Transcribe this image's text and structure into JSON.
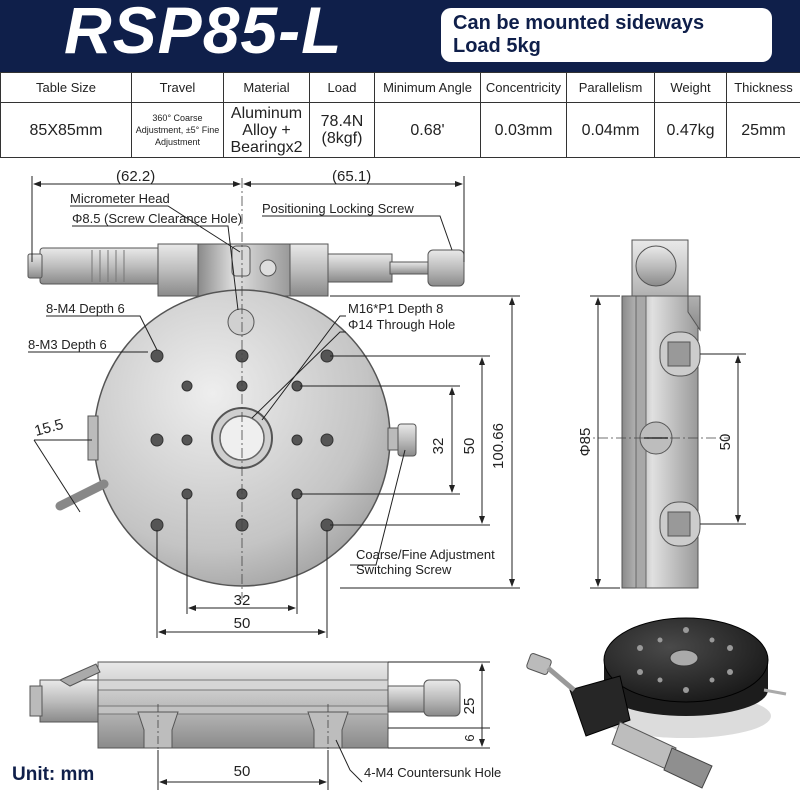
{
  "title": "RSP85-L",
  "notes": [
    "Can be mounted sideways",
    "Load 5kg"
  ],
  "spec_headers": [
    "Table Size",
    "Travel",
    "Material",
    "Load",
    "Minimum Angle",
    "Concentricity",
    "Parallelism",
    "Weight",
    "Thickness"
  ],
  "spec_values": [
    "85X85mm",
    "360° Coarse Adjustment, ±5° Fine Adjustment",
    "Aluminum Alloy + Bearingx2",
    "78.4N (8kgf)",
    "0.68'",
    "0.03mm",
    "0.04mm",
    "0.47kg",
    "25mm"
  ],
  "dimensions": {
    "left_extent": "(62.2)",
    "right_extent": "(65.1)",
    "angle": "15.5",
    "hole_spacing_32_v": "32",
    "span_50_v": "50",
    "height_100": "100.66",
    "hole_spacing_32_h": "32",
    "span_50_h": "50",
    "diameter": "Φ85",
    "side_50": "50",
    "bottom_50": "50",
    "thickness_25": "25",
    "depth_6": "6"
  },
  "callouts": {
    "micrometer": "Micrometer Head",
    "clearance": "Φ8.5 (Screw Clearance Hole)",
    "locking": "Positioning Locking Screw",
    "m4": "8-M4 Depth 6",
    "m3": "8-M3 Depth 6",
    "m16": "M16*P1 Depth 8",
    "through": "Φ14 Through Hole",
    "switch_1": "Coarse/Fine Adjustment",
    "switch_2": "Switching Screw",
    "countersunk": "4-M4 Countersunk Hole"
  },
  "unit": "Unit: mm"
}
